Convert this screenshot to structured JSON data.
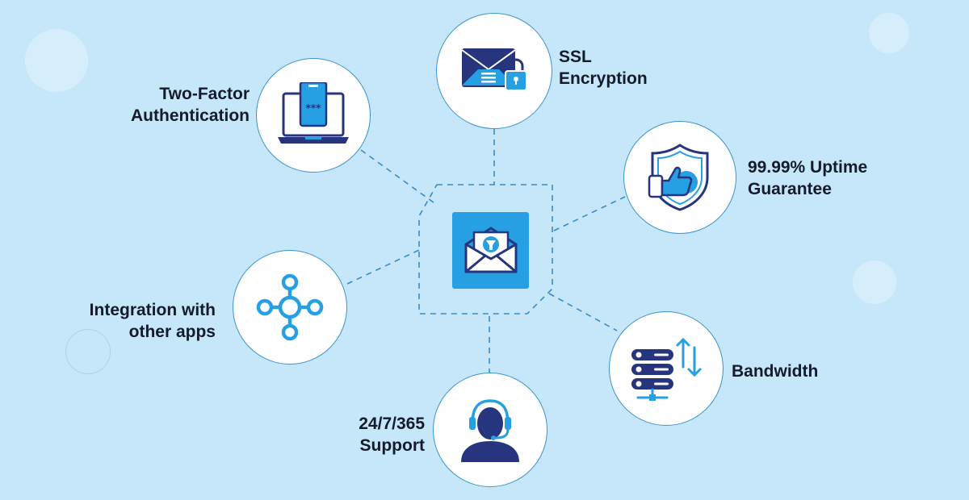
{
  "diagram": {
    "center": {
      "icon": "email-filter-icon"
    },
    "features": [
      {
        "key": "two_factor",
        "icon": "laptop-phone-password-icon",
        "line1": "Two-Factor",
        "line2": "Authentication"
      },
      {
        "key": "ssl",
        "icon": "envelope-lock-icon",
        "line1": "SSL",
        "line2": "Encryption"
      },
      {
        "key": "uptime",
        "icon": "shield-thumbs-up-icon",
        "line1": "99.99% Uptime",
        "line2": "Guarantee"
      },
      {
        "key": "bandwidth",
        "icon": "server-transfer-icon",
        "line1": "Bandwidth"
      },
      {
        "key": "support",
        "icon": "headset-agent-icon",
        "line1": "24/7/365",
        "line2": "Support"
      },
      {
        "key": "integration",
        "icon": "network-hub-icon",
        "line1": "Integration with",
        "line2": "other apps"
      }
    ]
  },
  "colors": {
    "background": "#c6e6f9",
    "node_border": "#3b95c9",
    "connector": "#3b8cc6",
    "accent_blue": "#26a0e2",
    "navy": "#27357e",
    "label_text": "#141b2c"
  }
}
